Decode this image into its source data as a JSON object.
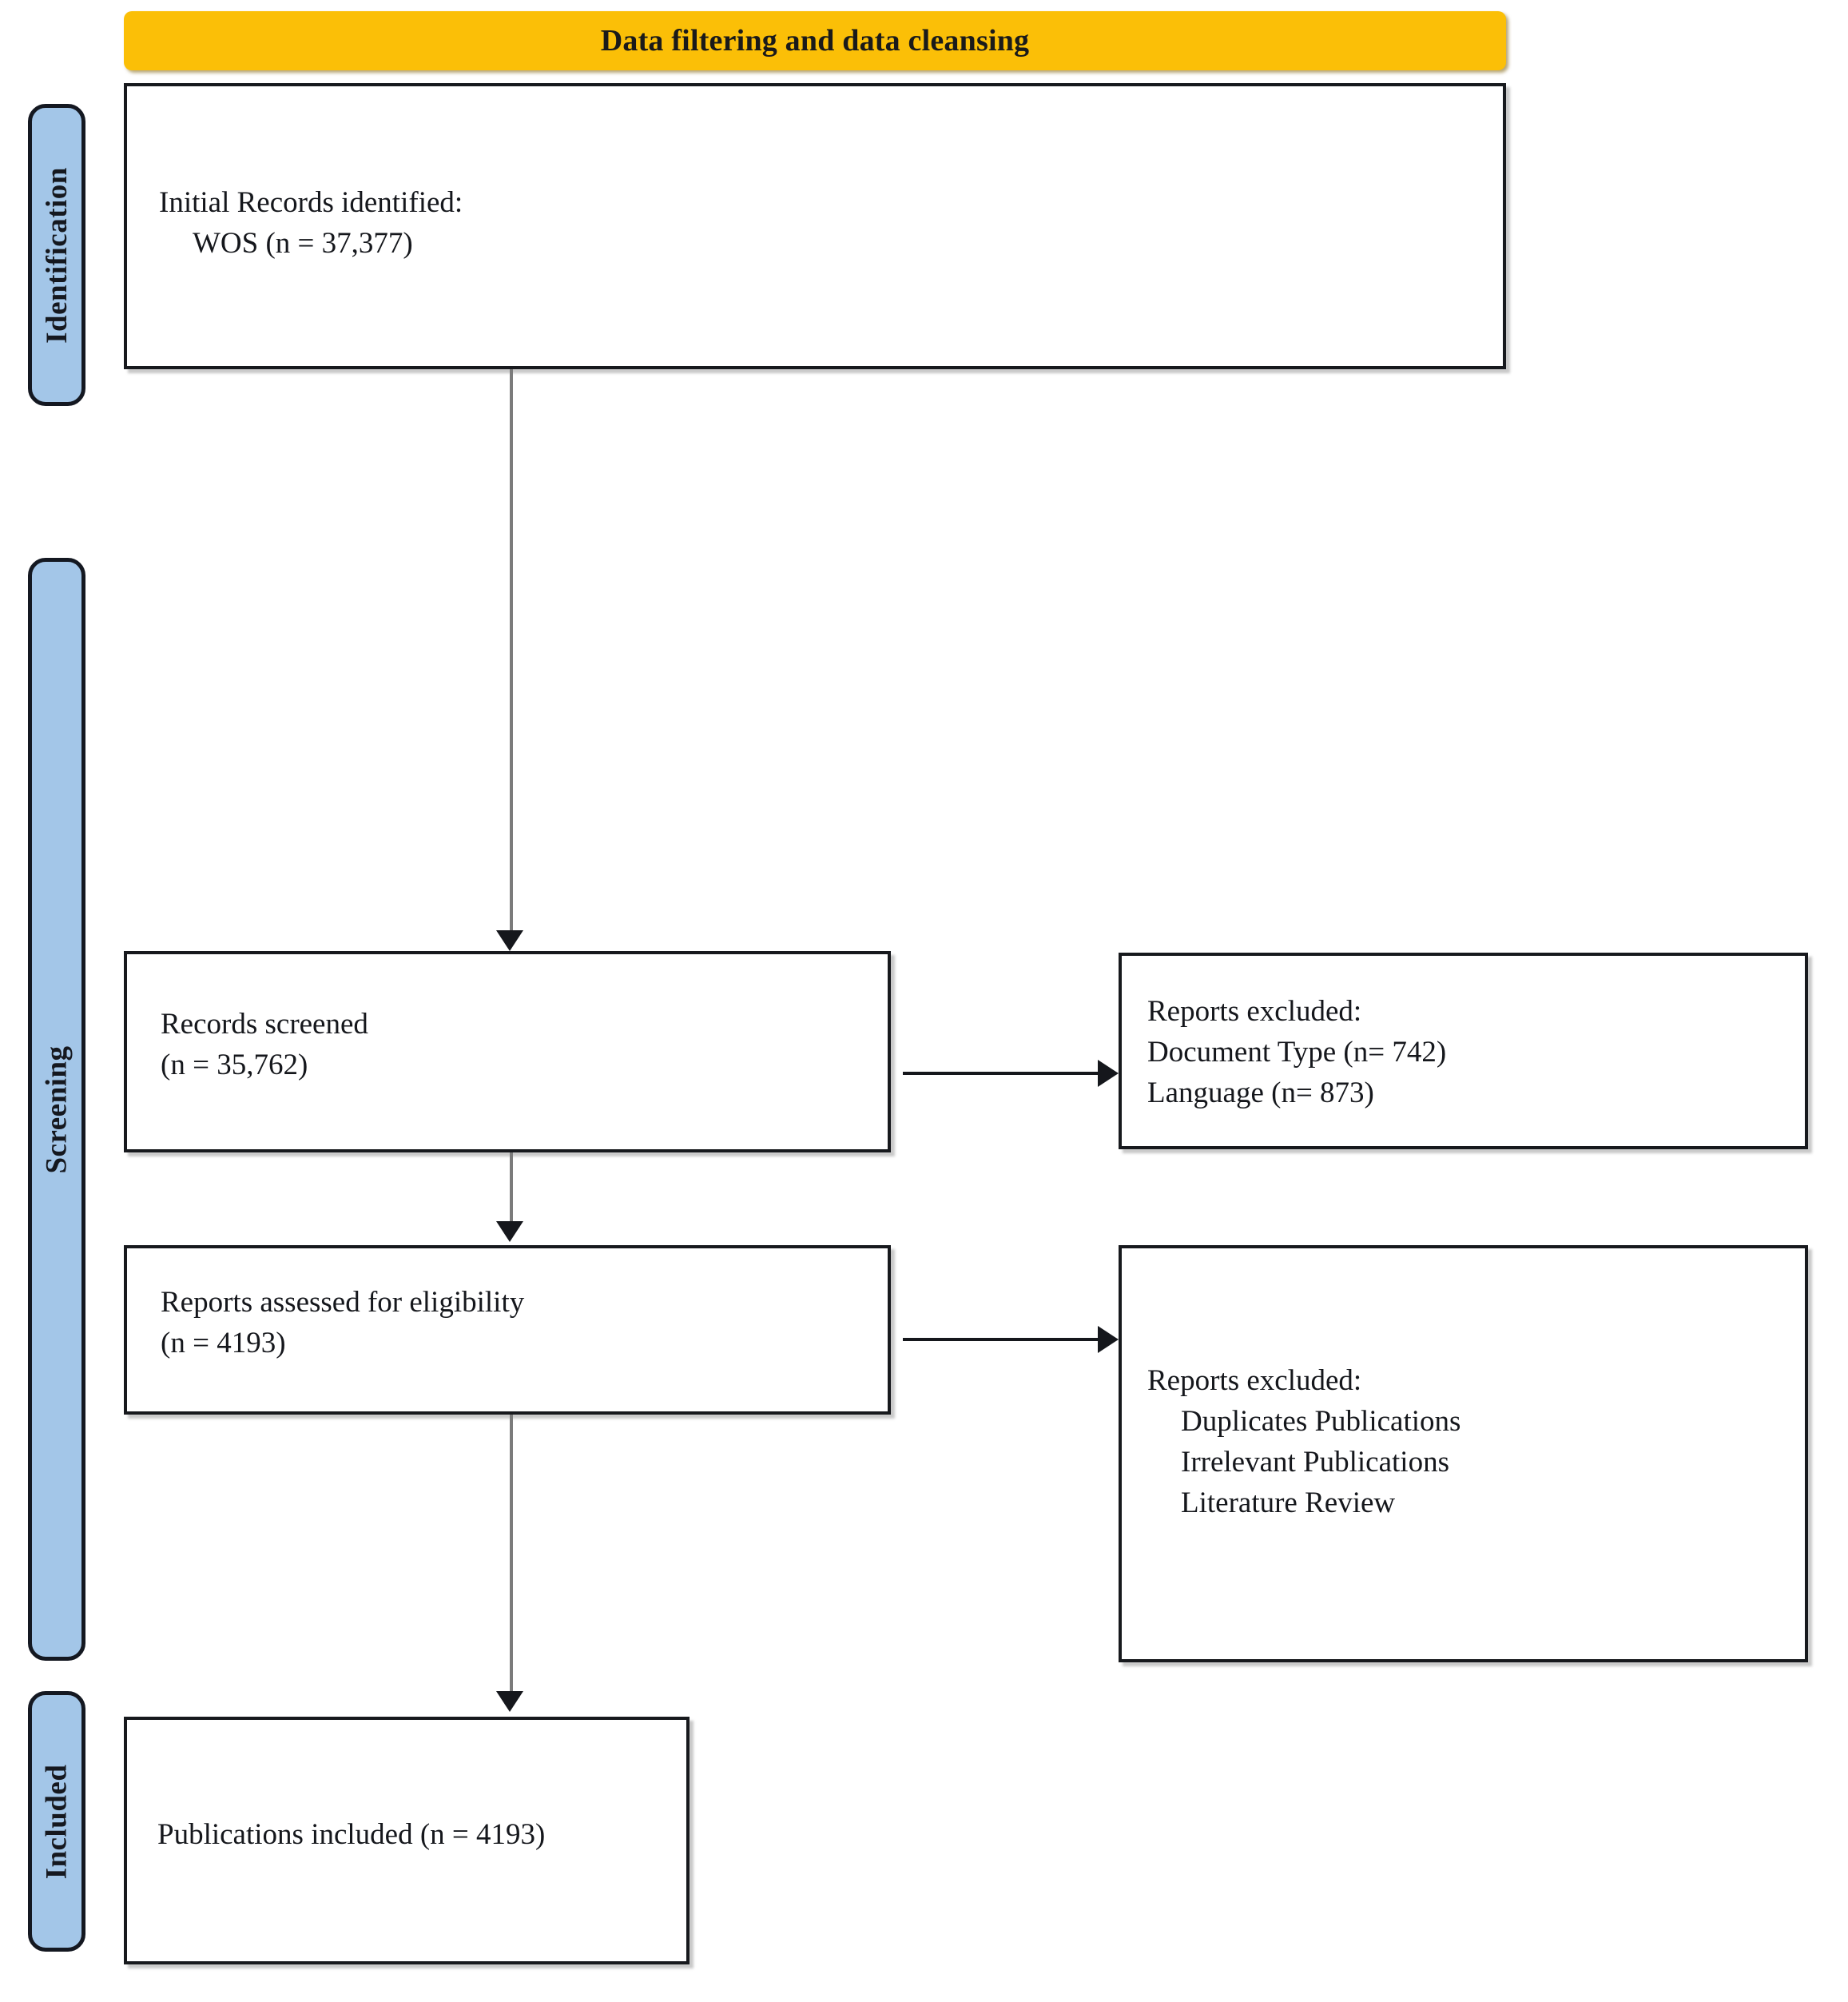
{
  "banner": {
    "title": "Data filtering and data cleansing",
    "color": "#FBBF07"
  },
  "stages": {
    "color": "#A3C6E8",
    "identification": "Identification",
    "screening": "Screening",
    "included": "Included"
  },
  "boxes": {
    "identified": {
      "line1": "Initial Records identified:",
      "line2": "WOS (n = 37,377)"
    },
    "screened": {
      "line1": "Records screened",
      "line2": "(n = 35,762)"
    },
    "excluded_screening": {
      "line1": "Reports excluded:",
      "line2": "Document Type (n= 742)",
      "line3": "Language (n= 873)"
    },
    "eligibility": {
      "line1": "Reports assessed for eligibility",
      "line2": "(n = 4193)"
    },
    "excluded_eligibility": {
      "line1": "Reports excluded:",
      "line2": "Duplicates Publications",
      "line3": "Irrelevant Publications",
      "line4": "Literature Review"
    },
    "included": {
      "line1": "Publications included (n = 4193)"
    }
  }
}
